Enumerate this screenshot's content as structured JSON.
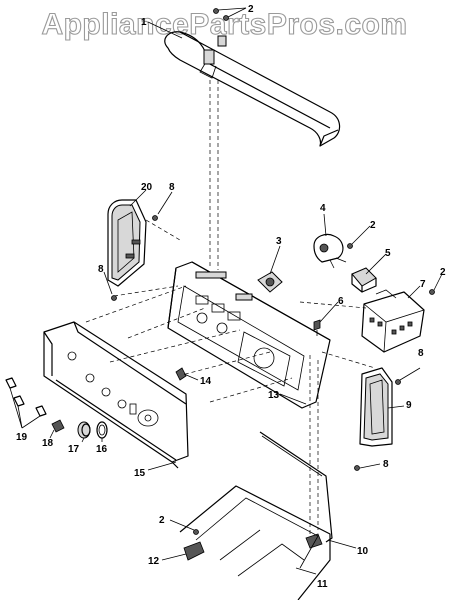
{
  "watermark": "AppliancePartsPros.com",
  "callouts": {
    "c1": "1",
    "c2a": "2",
    "c2b": "2",
    "c2c": "2",
    "c2d": "2",
    "c3": "3",
    "c4": "4",
    "c5": "5",
    "c6": "6",
    "c7": "7",
    "c8a": "8",
    "c8b": "8",
    "c8c": "8",
    "c8d": "8",
    "c9": "9",
    "c10": "10",
    "c11": "11",
    "c12": "12",
    "c13": "13",
    "c14": "14",
    "c15": "15",
    "c16": "16",
    "c17": "17",
    "c18": "18",
    "c19": "19",
    "c20": "20"
  }
}
